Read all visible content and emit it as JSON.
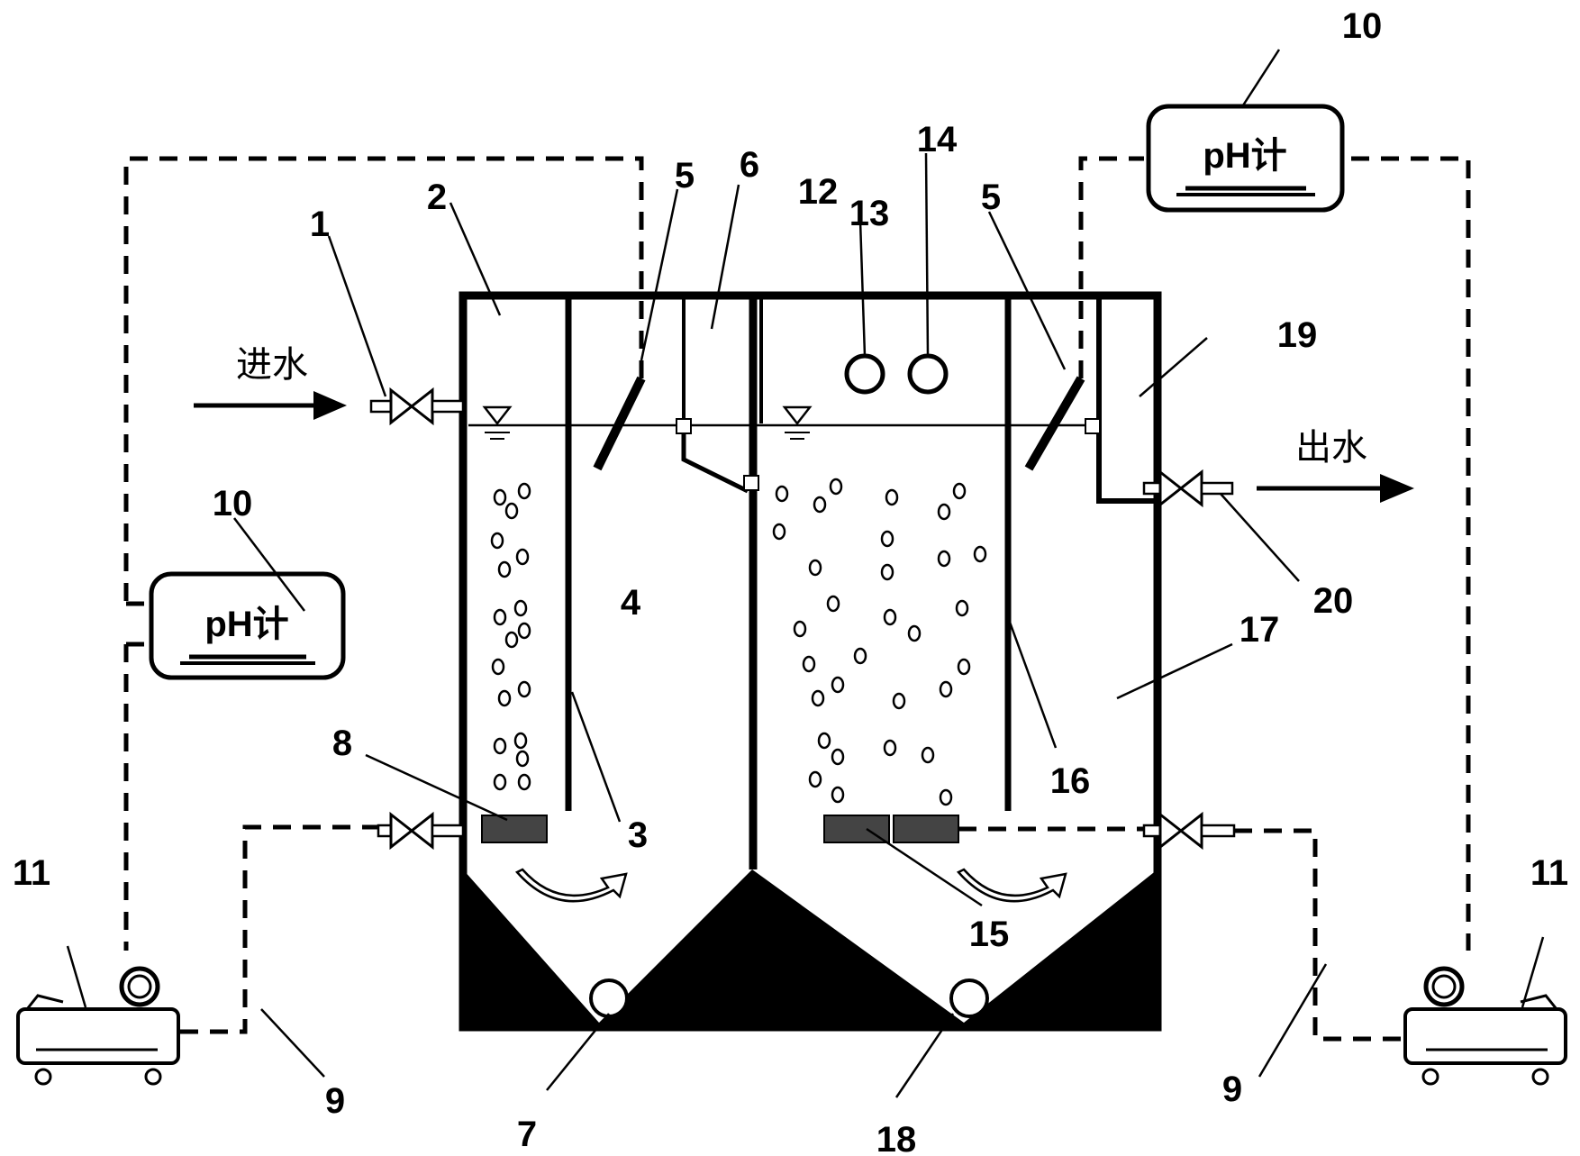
{
  "labels": {
    "inlet_valve": "1",
    "acid_chamber": "2",
    "baffle_left": "3",
    "reaction_zone": "4",
    "ph_probe_left": "5",
    "ph_probe_right": "5",
    "overflow_pipe": "6",
    "sludge_outlet_left": "7",
    "aerator_left": "8",
    "air_line_left": "9",
    "air_line_right": "9",
    "ph_meter_top": "10",
    "ph_meter_left": "10",
    "air_pump_left": "11",
    "air_pump_right": "11",
    "aeration_tank": "12",
    "sensor_a": "13",
    "sensor_b": "14",
    "aerator_right": "15",
    "baffle_right": "16",
    "settling_zone": "17",
    "sludge_outlet_right": "18",
    "outlet_chamber": "19",
    "outlet_valve": "20"
  },
  "text": {
    "inflow": "进水",
    "outflow": "出水",
    "ph_meter": "pH计"
  }
}
